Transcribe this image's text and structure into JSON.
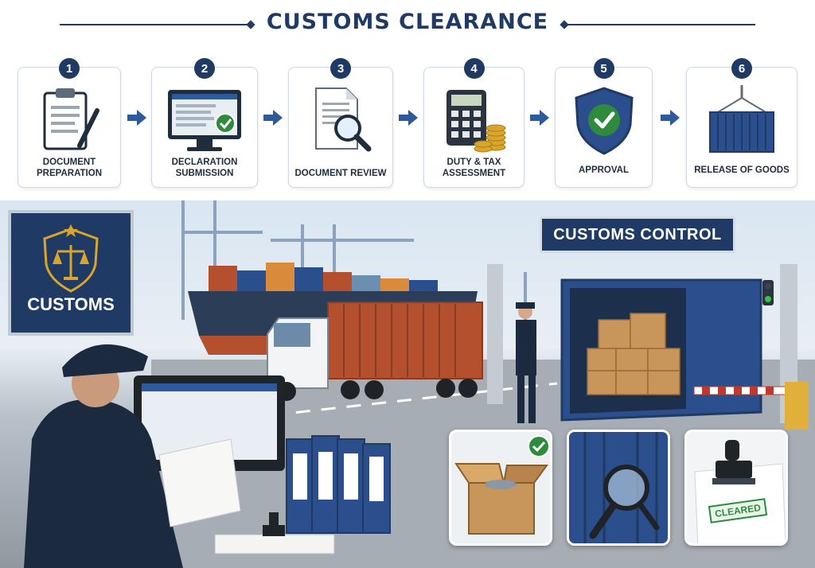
{
  "header": {
    "title": "CUSTOMS CLEARANCE"
  },
  "steps": [
    {
      "number": "1",
      "label": "DOCUMENT PREPARATION",
      "icon": "clipboard-icon"
    },
    {
      "number": "2",
      "label": "DECLARATION SUBMISSION",
      "icon": "computer-monitor-icon"
    },
    {
      "number": "3",
      "label": "DOCUMENT REVIEW",
      "icon": "document-magnifier-icon"
    },
    {
      "number": "4",
      "label": "DUTY & TAX ASSESSMENT",
      "icon": "calculator-coins-icon"
    },
    {
      "number": "5",
      "label": "APPROVAL",
      "icon": "shield-check-icon"
    },
    {
      "number": "6",
      "label": "RELEASE OF GOODS",
      "icon": "shipping-container-icon"
    }
  ],
  "scene": {
    "wall_sign": "CUSTOMS",
    "gate_sign": "CUSTOMS CONTROL",
    "inset_stamp": "CLEARED"
  },
  "colors": {
    "navy": "#1f3a64",
    "green": "#2e8b3d",
    "container_blue": "#2a4f8c",
    "container_red": "#b5502e",
    "arrow_blue": "#2c5a9c"
  }
}
